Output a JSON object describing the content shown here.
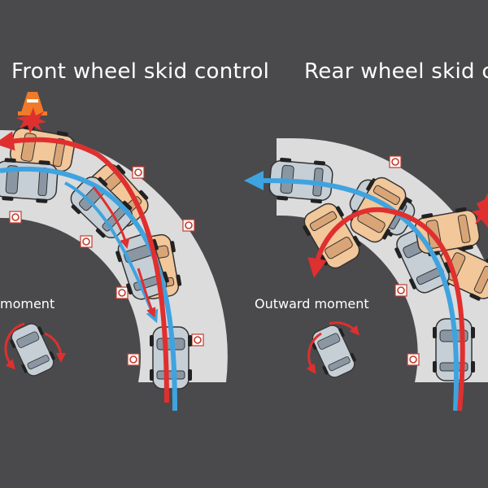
{
  "titles": {
    "left": "Front wheel skid control",
    "right": "Rear wheel skid co"
  },
  "labels": {
    "left_moment": "moment",
    "right_moment": "Outward moment"
  },
  "colors": {
    "background": "#4a4a4c",
    "road": "#dcdcdc",
    "car_body": "#c6cfd6",
    "car_skid": "#f2c79a",
    "ideal_path": "#3fa3e0",
    "skid_path": "#e02f2f"
  },
  "icons": [
    "pylon-icon",
    "impact-burst-icon",
    "marker-post-icon",
    "rotation-arrow-icon"
  ]
}
